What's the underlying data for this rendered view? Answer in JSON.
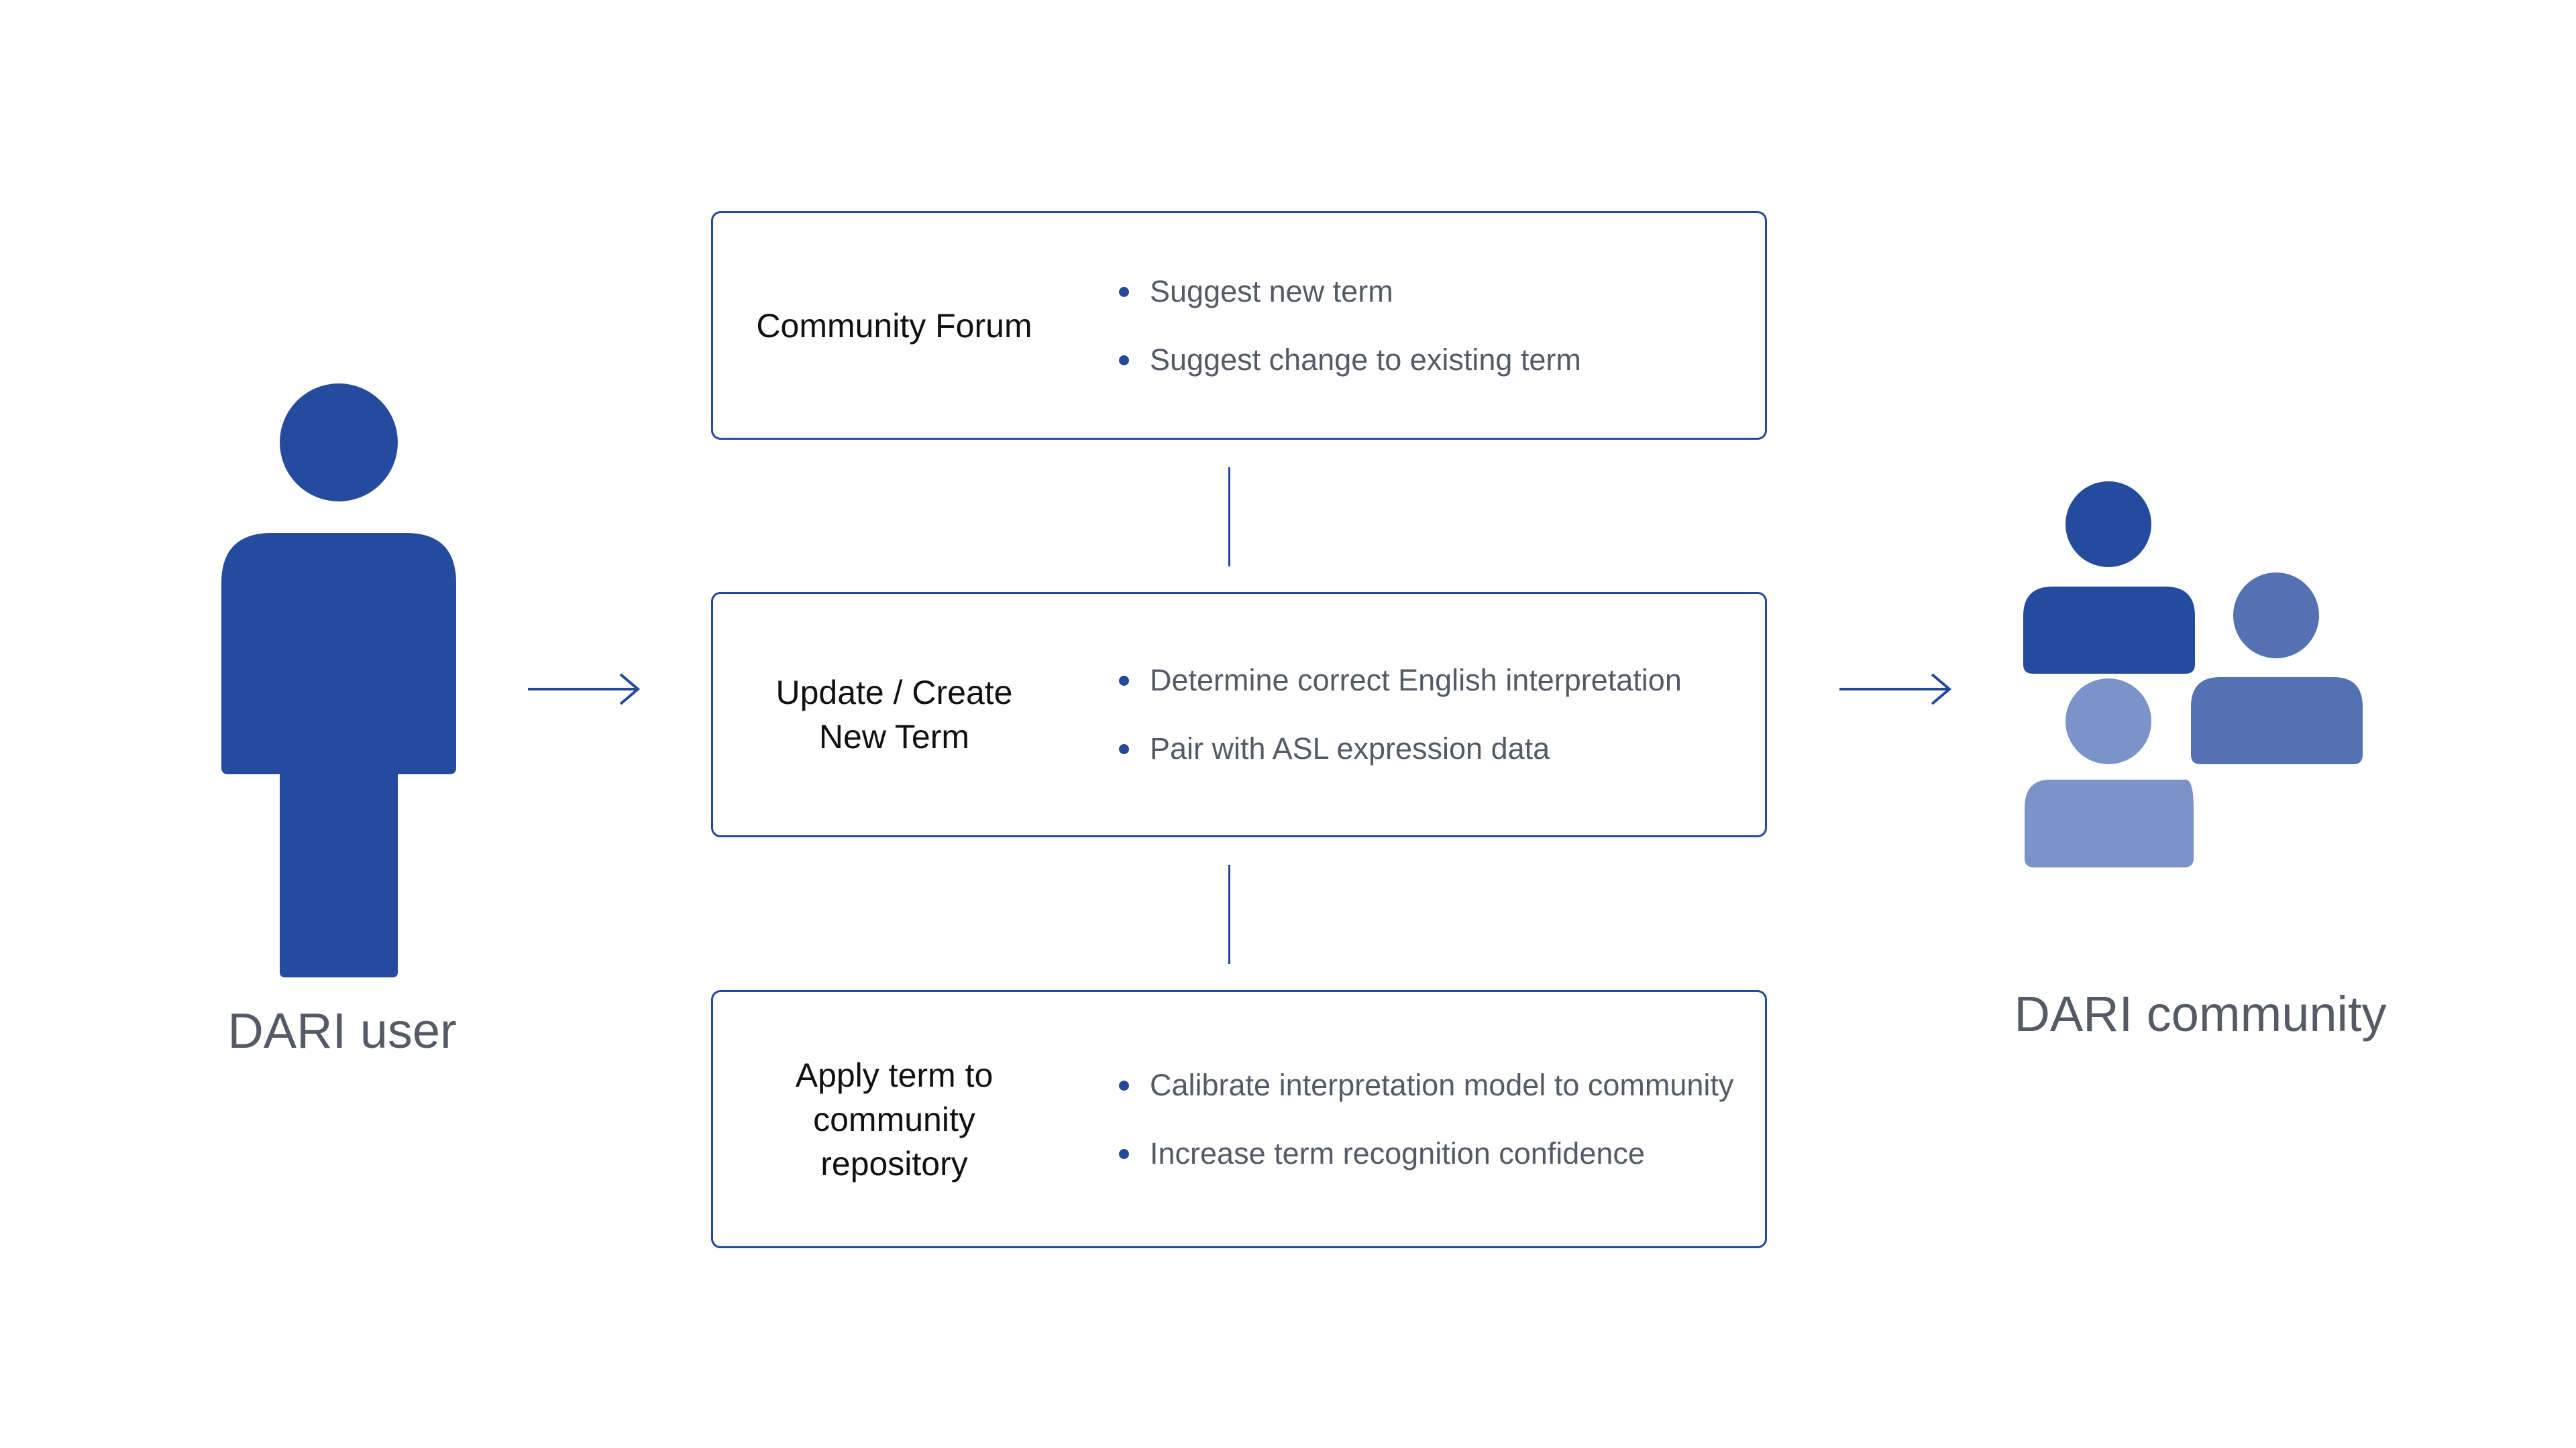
{
  "user": {
    "label": "DARI user",
    "icon": "person-icon",
    "color": "#254b9e"
  },
  "community": {
    "label": "DARI community",
    "icon": "people-group-icon",
    "colors": [
      "#254b9e",
      "#5371b3",
      "#7b93c8"
    ]
  },
  "steps": [
    {
      "title": "Community Forum",
      "bullets": [
        "Suggest new term",
        "Suggest change to existing term"
      ]
    },
    {
      "title": "Update / Create\nNew Term",
      "bullets": [
        "Determine correct English interpretation",
        "Pair with ASL expression data"
      ]
    },
    {
      "title": "Apply term to\ncommunity\nrepository",
      "bullets": [
        "Calibrate interpretation model to community",
        "Increase term recognition confidence"
      ]
    }
  ],
  "accent_color": "#25489b"
}
